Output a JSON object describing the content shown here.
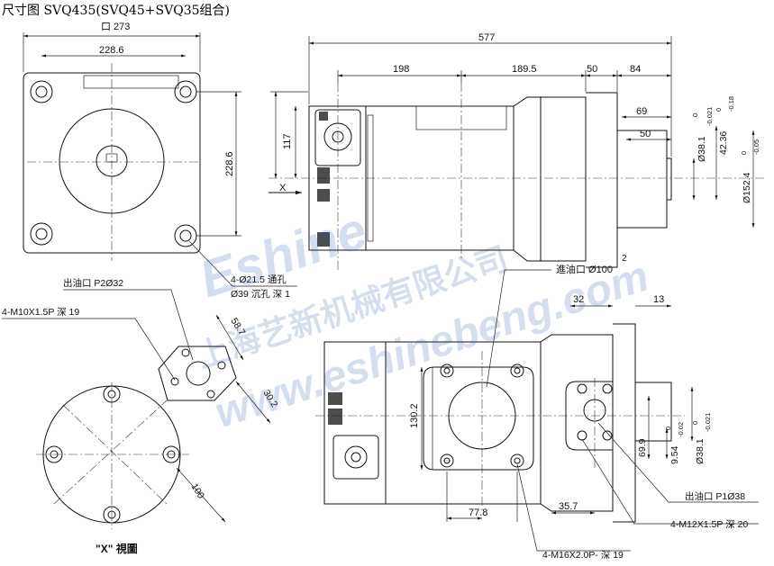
{
  "title": "尺寸图 SVQ435(SVQ45+SVQ35组合)",
  "watermark": {
    "brand": "Eshine",
    "company": "上海艺新机械有限公司",
    "website": "www.eshinebeng.com"
  },
  "dims": {
    "flange_square": "口 273",
    "bolt_pitch_h": "228.6",
    "bolt_pitch_v": "228.6",
    "overall_length": "577",
    "len_198": "198",
    "len_189_5": "189.5",
    "len_50": "50",
    "len_84": "84",
    "len_69": "69",
    "len_50b": "50",
    "h_117": "117",
    "shaft_dia": "Ø38.1",
    "shaft_dia_tol_up": "0",
    "shaft_dia_tol_low": "-0.021",
    "key_42": "42.36",
    "key_42_tol_up": "0",
    "key_42_tol_low": "-0.18",
    "pilot_dia": "Ø152.4",
    "pilot_tol_up": "0",
    "pilot_tol_low": "-0.05",
    "len_2": "2",
    "inlet_h": "130.2",
    "len_32": "32",
    "len_13": "13",
    "len_69_9": "69.9",
    "key_9_54": "9.54",
    "key_9_54_tol_up": "0",
    "key_9_54_tol_low": "-0.02",
    "shaft2_dia": "Ø38.1",
    "shaft2_tol_up": "0",
    "shaft2_tol_low": "-0.021",
    "len_77_8": "77.8",
    "len_35_7": "35.7",
    "dim_58_7": "58.7",
    "dim_30_2": "30.2",
    "dim_100": "100"
  },
  "labels": {
    "mount_holes_1": "4-Ø21.5 通孔",
    "mount_holes_2": "Ø39 沉孔 深 1",
    "inlet": "進油口 Ø100",
    "outlet_p2": "出油口 P2Ø32",
    "thread_p2": "4-M10X1.5P 深 19",
    "outlet_p1": "出油口 P1Ø38",
    "thread_p1": "4-M12X1.5P 深 20",
    "thread_inlet": "4-M16X2.0P- 深 19",
    "view_x": "\"X\" 視圖",
    "arrow_x": "X"
  }
}
